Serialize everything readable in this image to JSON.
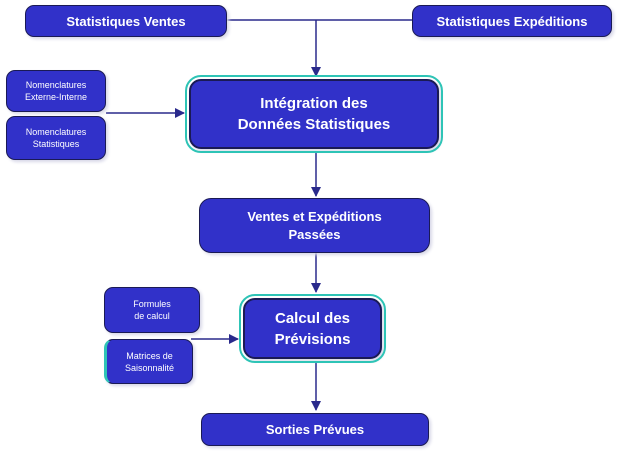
{
  "nodes": {
    "stats_ventes": "Statistiques Ventes",
    "stats_expeditions": "Statistiques Expéditions",
    "nomenclatures_ext_int": "Nomenclatures\nExterne-Interne",
    "nomenclatures_stats": "Nomenclatures\nStatistiques",
    "integration": "Intégration des\nDonnées Statistiques",
    "ventes_expeditions": "Ventes et Expéditions\nPassées",
    "formules": "Formules\nde calcul",
    "matrices": "Matrices de\nSaisonnalité",
    "calcul_previsions": "Calcul des\nPrévisions",
    "sorties": "Sorties Prévues"
  },
  "colors": {
    "box_fill": "#3131c9",
    "box_text": "#ffffff",
    "highlight_outline": "#2ec4b6",
    "connector": "#2a2a8c"
  }
}
